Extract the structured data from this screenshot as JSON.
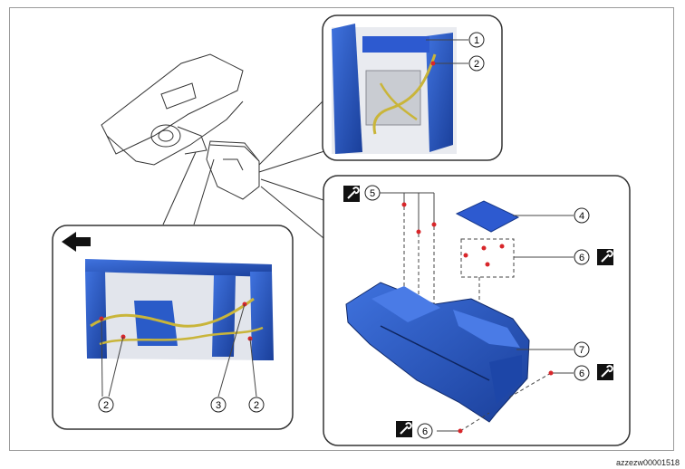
{
  "figure_id": "azzezw00001518",
  "callouts": {
    "c1": "1",
    "c2": "2",
    "c3": "3",
    "c4": "4",
    "c5": "5",
    "c6": "6",
    "c7": "7"
  },
  "icons": [
    "wrench-icon",
    "front-arrow-icon"
  ],
  "colors": {
    "part_blue": "#2a5bc8",
    "part_blue_dark": "#17388a",
    "harness_yellow": "#c9b53a",
    "bolt_red": "#d8262a",
    "frame_gray": "#9a9a9a"
  }
}
